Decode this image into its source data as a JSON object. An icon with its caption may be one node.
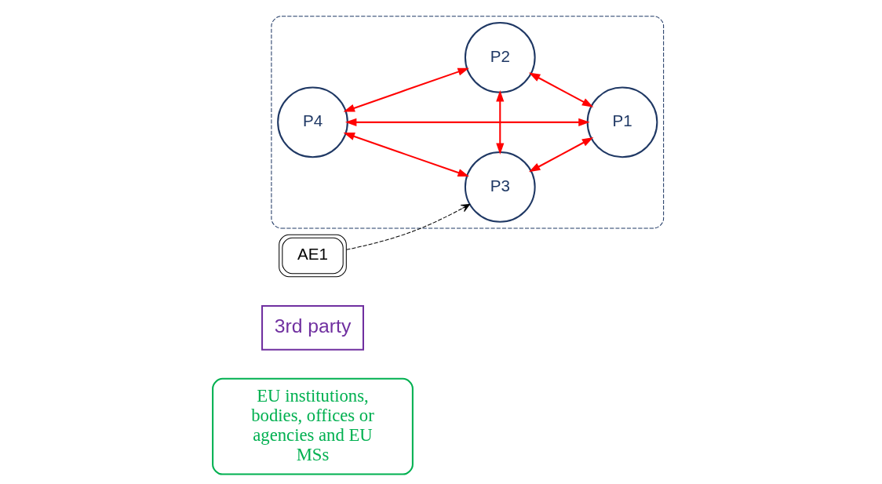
{
  "diagram": {
    "nodes": [
      {
        "text": [
          "EU institutions, bodies, offices or agencies and EU MSs"
        ]
      },
      {
        "text": [
          "3rd party"
        ]
      },
      {
        "text": [],
        "shape": "ellipse"
      },
      {
        "text": [
          "P2"
        ],
        "in": 2
      },
      {
        "text": [
          "P4"
        ],
        "in": 2
      },
      {
        "text": [
          "P1"
        ],
        "in": 2
      },
      {
        "text": [
          "P3"
        ],
        "in": 2
      },
      {
        "text": [
          "AE1"
        ]
      }
    ],
    "edges": [
      {
        "from": 4,
        "to": 3,
        "arrow": "both"
      },
      {
        "from": 3,
        "to": 5,
        "arrow": "both"
      },
      {
        "from": 4,
        "to": 5,
        "arrow": "both"
      },
      {
        "from": 3,
        "to": 6,
        "arrow": "both"
      },
      {
        "from": 4,
        "to": 6,
        "arrow": "both"
      },
      {
        "from": 6,
        "to": 5,
        "arrow": "both"
      },
      {
        "from": 7,
        "to": 6,
        "arrow": "to",
        "style": "dashed",
        "color": "#000000"
      }
    ]
  }
}
